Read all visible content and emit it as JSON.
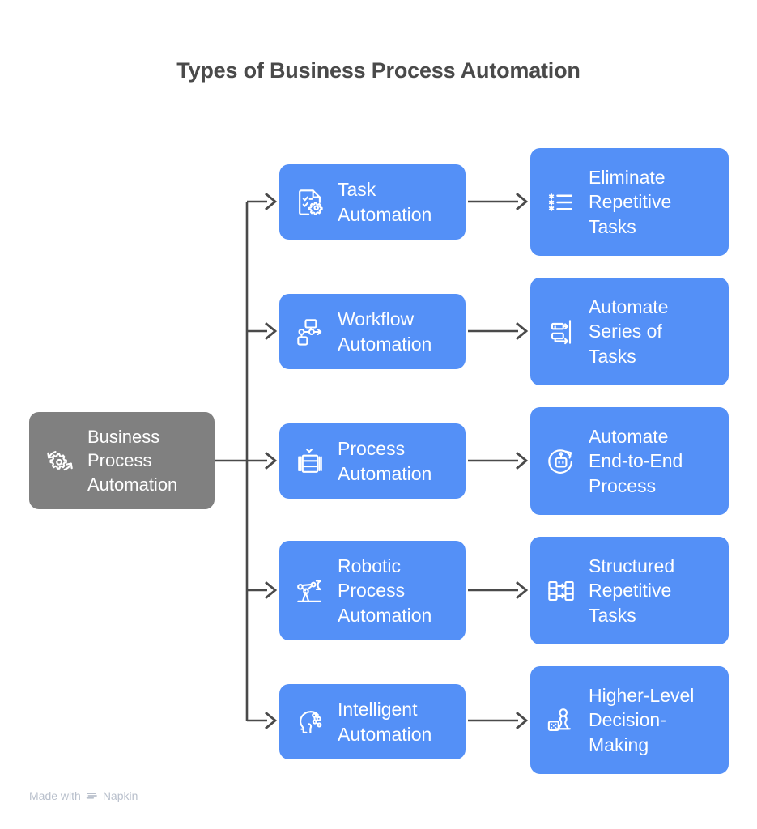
{
  "title": "Types of Business Process Automation",
  "colors": {
    "background": "#ffffff",
    "title_text": "#4a4a4a",
    "root_node": "#808080",
    "card_blue": "#5490f7",
    "connector": "#4a4a4a",
    "node_text": "#ffffff",
    "watermark": "#b9c0cc"
  },
  "root": {
    "label": "Business\nProcess\nAutomation",
    "icon": "gear-refresh-icon"
  },
  "branches": [
    {
      "type": {
        "label": "Task\nAutomation",
        "icon": "document-checklist-gear-icon"
      },
      "benefit": {
        "label": "Eliminate\nRepetitive\nTasks",
        "icon": "bulleted-list-icon"
      }
    },
    {
      "type": {
        "label": "Workflow\nAutomation",
        "icon": "flowchart-nodes-icon"
      },
      "benefit": {
        "label": "Automate\nSeries of\nTasks",
        "icon": "arrows-to-bar-icon"
      }
    },
    {
      "type": {
        "label": "Process\nAutomation",
        "icon": "process-grid-icon"
      },
      "benefit": {
        "label": "Automate\nEnd-to-End\nProcess",
        "icon": "robot-refresh-circle-icon"
      }
    },
    {
      "type": {
        "label": "Robotic\nProcess\nAutomation",
        "icon": "robot-arm-icon"
      },
      "benefit": {
        "label": "Structured\nRepetitive\nTasks",
        "icon": "structured-blocks-arrows-icon"
      }
    },
    {
      "type": {
        "label": "Intelligent\nAutomation",
        "icon": "ai-head-circuit-icon"
      },
      "benefit": {
        "label": "Higher-Level\nDecision-\nMaking",
        "icon": "chess-pawn-dice-icon"
      }
    }
  ],
  "watermark": {
    "prefix": "Made with",
    "brand": "Napkin",
    "icon": "napkin-logo-icon"
  }
}
